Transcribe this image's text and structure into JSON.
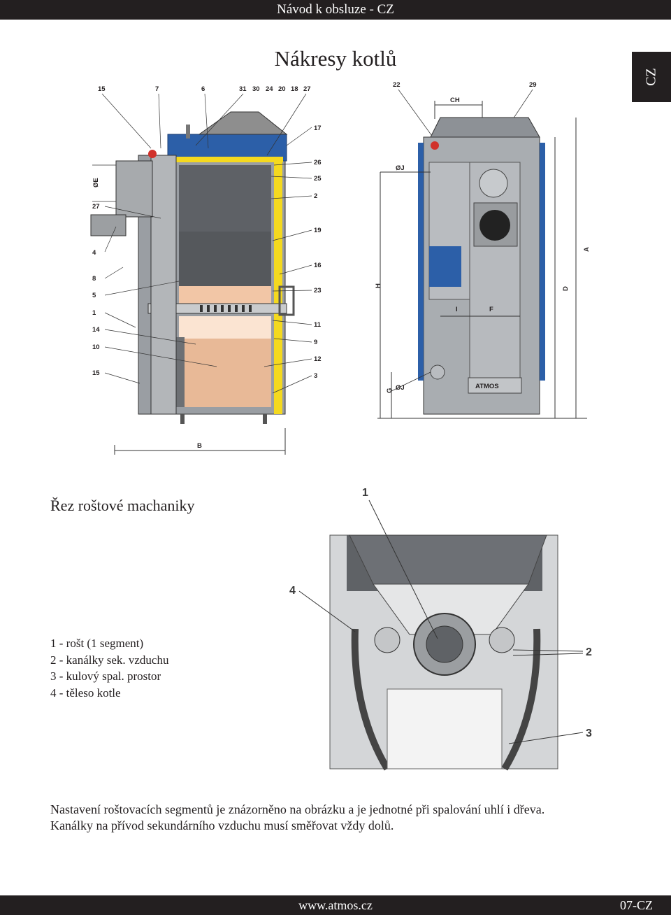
{
  "header": {
    "text": "Návod k obsluze - CZ"
  },
  "page_title": "Nákresy kotlů",
  "side_tab": "CZ",
  "boiler_section": {
    "top_callouts": [
      "15",
      "7",
      "6",
      "31",
      "30",
      "24",
      "20",
      "18",
      "27"
    ],
    "right_callouts": [
      "17",
      "26",
      "25",
      "2",
      "19",
      "16",
      "23",
      "11",
      "9",
      "12",
      "3"
    ],
    "left_callouts": [
      "ØE",
      "27",
      "4",
      "8",
      "5",
      "1",
      "14",
      "10",
      "15"
    ],
    "bottom_label": "B"
  },
  "boiler_front": {
    "top_labels": [
      "22",
      "29"
    ],
    "dim_labels": [
      "CH",
      "ØJ",
      "H",
      "I",
      "F",
      "D",
      "A",
      "G",
      "ØJ"
    ],
    "brand": "ATMOS"
  },
  "mechanism_title": "Řez roštové machaniky",
  "mechanism_figure": {
    "callouts": [
      "1",
      "4",
      "2",
      "3"
    ]
  },
  "legend": [
    "1 - rošt (1 segment)",
    "2 - kanálky sek. vzduchu",
    "3 - kulový spal. prostor",
    "4 - těleso kotle"
  ],
  "paragraph": [
    "Nastavení roštovacích segmentů je znázorněno na obrázku a je jednotné při spalování uhlí i dřeva.",
    "Kanálky na přívod sekundárního vzduchu musí směřovat vždy dolů."
  ],
  "footer": {
    "url": "www.atmos.cz",
    "page": "07-CZ"
  }
}
